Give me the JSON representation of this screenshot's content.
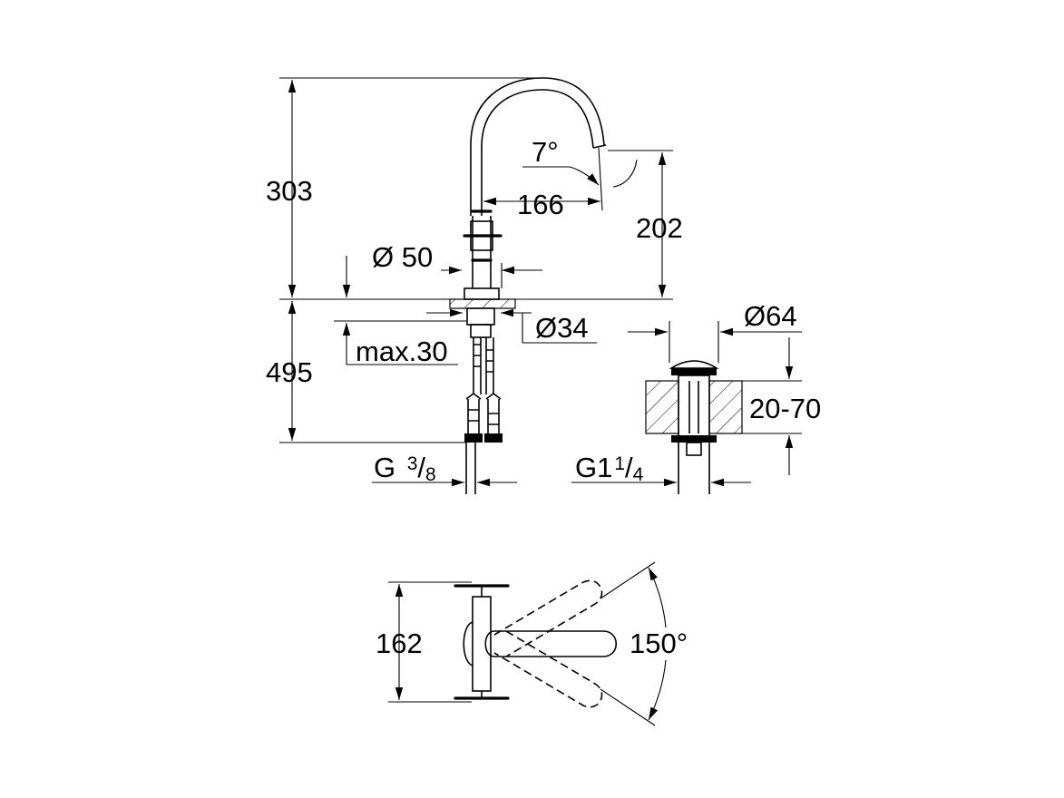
{
  "dimensions": {
    "height_above_deck": "303",
    "height_below_deck": "495",
    "spout_reach": "166",
    "spout_angle": "7°",
    "spout_outlet_height": "202",
    "base_diameter": "Ø 50",
    "hole_diameter": "Ø34",
    "max_deck_thickness": "max.30",
    "supply_thread_main": "G ",
    "supply_thread_numerator": "3",
    "supply_thread_slash": "/",
    "supply_thread_denominator": "8",
    "waste_diameter": "Ø64",
    "waste_range": "20-70",
    "waste_thread_main": "G1",
    "waste_thread_numerator": "1",
    "waste_thread_slash": "/",
    "waste_thread_denominator": "4",
    "plan_width": "162",
    "swivel_angle": "150°"
  },
  "colors": {
    "line": "#000000",
    "background": "#ffffff"
  }
}
